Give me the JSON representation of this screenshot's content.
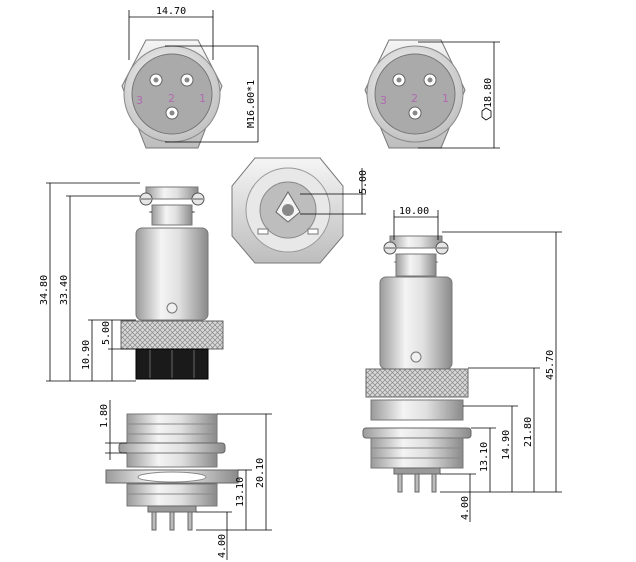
{
  "dimensions": {
    "top_view_width": "14.70",
    "thread_size": "M16.00*1",
    "hex_across_flats": "18.80",
    "pin_spacing": "5.00",
    "panel_width": "10.00",
    "plug_total_height": "34.80",
    "plug_body_height": "33.40",
    "plug_collar_height": "10.90",
    "plug_pin_height": "5.00",
    "socket_total_height": "45.70",
    "socket_lower_height": "21.80",
    "socket_mid_height": "14.90",
    "socket_thread_height": "13.10",
    "socket_pin_height": "4.00",
    "bottom_flange_thickness": "1.80",
    "bottom_total_height": "20.10",
    "bottom_thread_height": "13.10",
    "bottom_pin_height": "4.00"
  },
  "pins": {
    "left": "3",
    "middle": "2",
    "right": "1"
  },
  "colors": {
    "metal_light": "#f2f2f2",
    "metal_mid": "#cfcfcf",
    "metal_dark": "#8c8c8c",
    "pin_label": "#b06ab0",
    "insulator": "#1a1a1a"
  }
}
